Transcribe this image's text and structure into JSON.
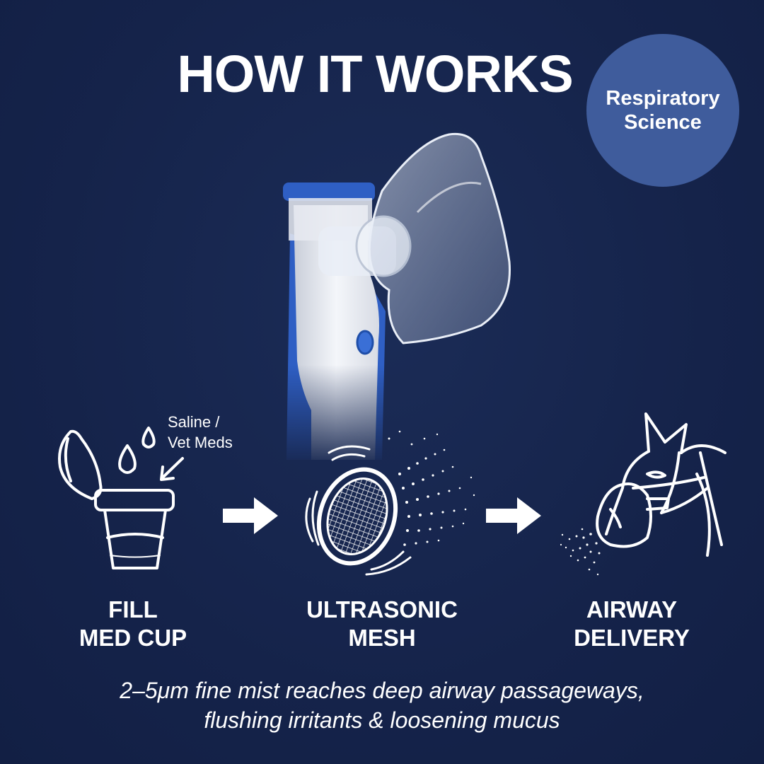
{
  "header": {
    "title": "HOW IT WORKS"
  },
  "badge": {
    "line1": "Respiratory",
    "line2": "Science"
  },
  "steps": [
    {
      "line1": "FILL",
      "line2": "MED CUP",
      "icon": "med-cup-icon"
    },
    {
      "line1": "ULTRASONIC",
      "line2": "MESH",
      "icon": "ultrasonic-mesh-icon"
    },
    {
      "line1": "AIRWAY",
      "line2": "DELIVERY",
      "icon": "horse-mask-icon"
    }
  ],
  "annotation": {
    "line1": "Saline /",
    "line2": "Vet Meds"
  },
  "footer": {
    "line1": "2–5μm fine mist reaches deep airway passageways,",
    "line2": "flushing irritants & loosening mucus"
  },
  "colors": {
    "background": "#15234a",
    "badge": "#3f5c9c",
    "device_blue": "#2f5fc4",
    "text": "#ffffff"
  }
}
